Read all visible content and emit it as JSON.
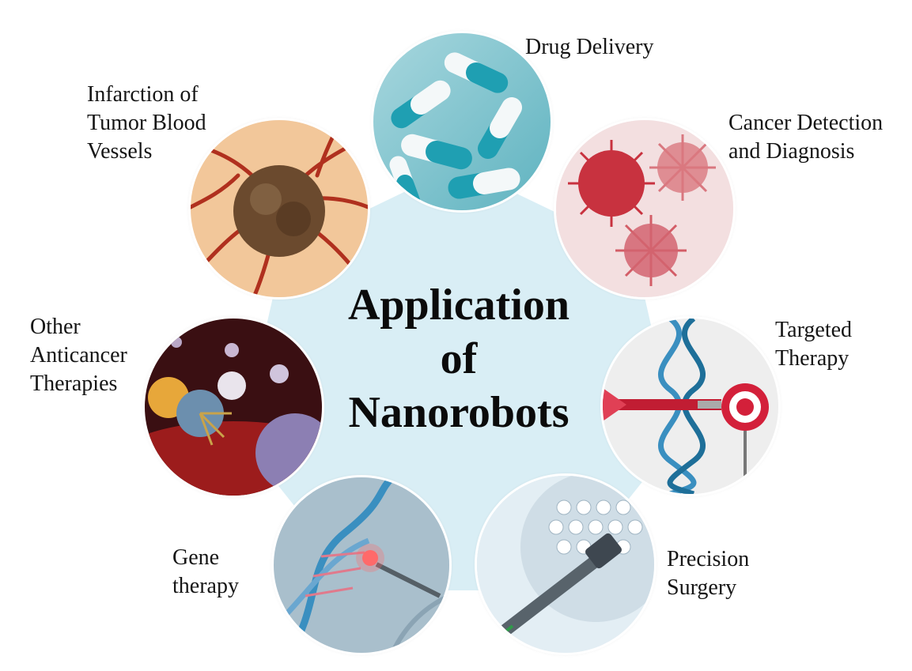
{
  "title": {
    "lines": [
      "Application",
      "of",
      "Nanorobots"
    ]
  },
  "nodes": [
    {
      "id": "drug-delivery",
      "label_lines": [
        "Drug Delivery"
      ],
      "icon": "capsules-icon"
    },
    {
      "id": "cancer-detection",
      "label_lines": [
        "Cancer Detection",
        "and Diagnosis"
      ],
      "icon": "virus-cells-icon"
    },
    {
      "id": "targeted-therapy",
      "label_lines": [
        "Targeted",
        "Therapy"
      ],
      "icon": "dna-target-dart-icon"
    },
    {
      "id": "precision-surgery",
      "label_lines": [
        "Precision",
        "Surgery"
      ],
      "icon": "surgical-robot-icon"
    },
    {
      "id": "gene-therapy",
      "label_lines": [
        "Gene",
        "therapy"
      ],
      "icon": "dna-editing-icon"
    },
    {
      "id": "other-anticancer",
      "label_lines": [
        "Other",
        "Anticancer",
        "Therapies"
      ],
      "icon": "immune-cell-attack-icon"
    },
    {
      "id": "tumor-vessels",
      "label_lines": [
        "Infarction of",
        "Tumor Blood",
        "Vessels"
      ],
      "icon": "tumor-blood-vessels-icon"
    }
  ],
  "colors": {
    "core_fill": "#d9eef5",
    "capsule_teal": "#1f9fb2",
    "virus_red": "#c8323f",
    "dna_blue": "#3a8fc0",
    "target_red": "#d3203a",
    "tumor_brown": "#6b4a2e",
    "vessel_red": "#b0301e"
  }
}
